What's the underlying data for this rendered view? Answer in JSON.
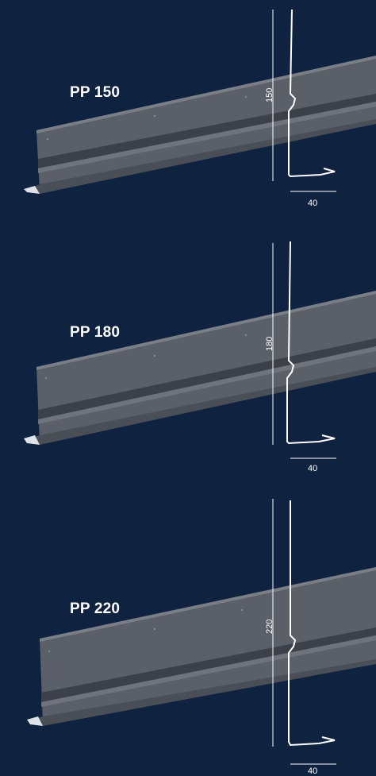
{
  "colors": {
    "background": "#0f2240",
    "profile_face": "#5b6068",
    "profile_dark_band": "#3c4048",
    "profile_light_band": "#6d727a",
    "drawing_lines": "#ffffff"
  },
  "profiles": [
    {
      "title": "PP 150",
      "height_label": "150",
      "width_label": "40"
    },
    {
      "title": "PP 180",
      "height_label": "180",
      "width_label": "40"
    },
    {
      "title": "PP 220",
      "height_label": "220",
      "width_label": "40"
    }
  ]
}
